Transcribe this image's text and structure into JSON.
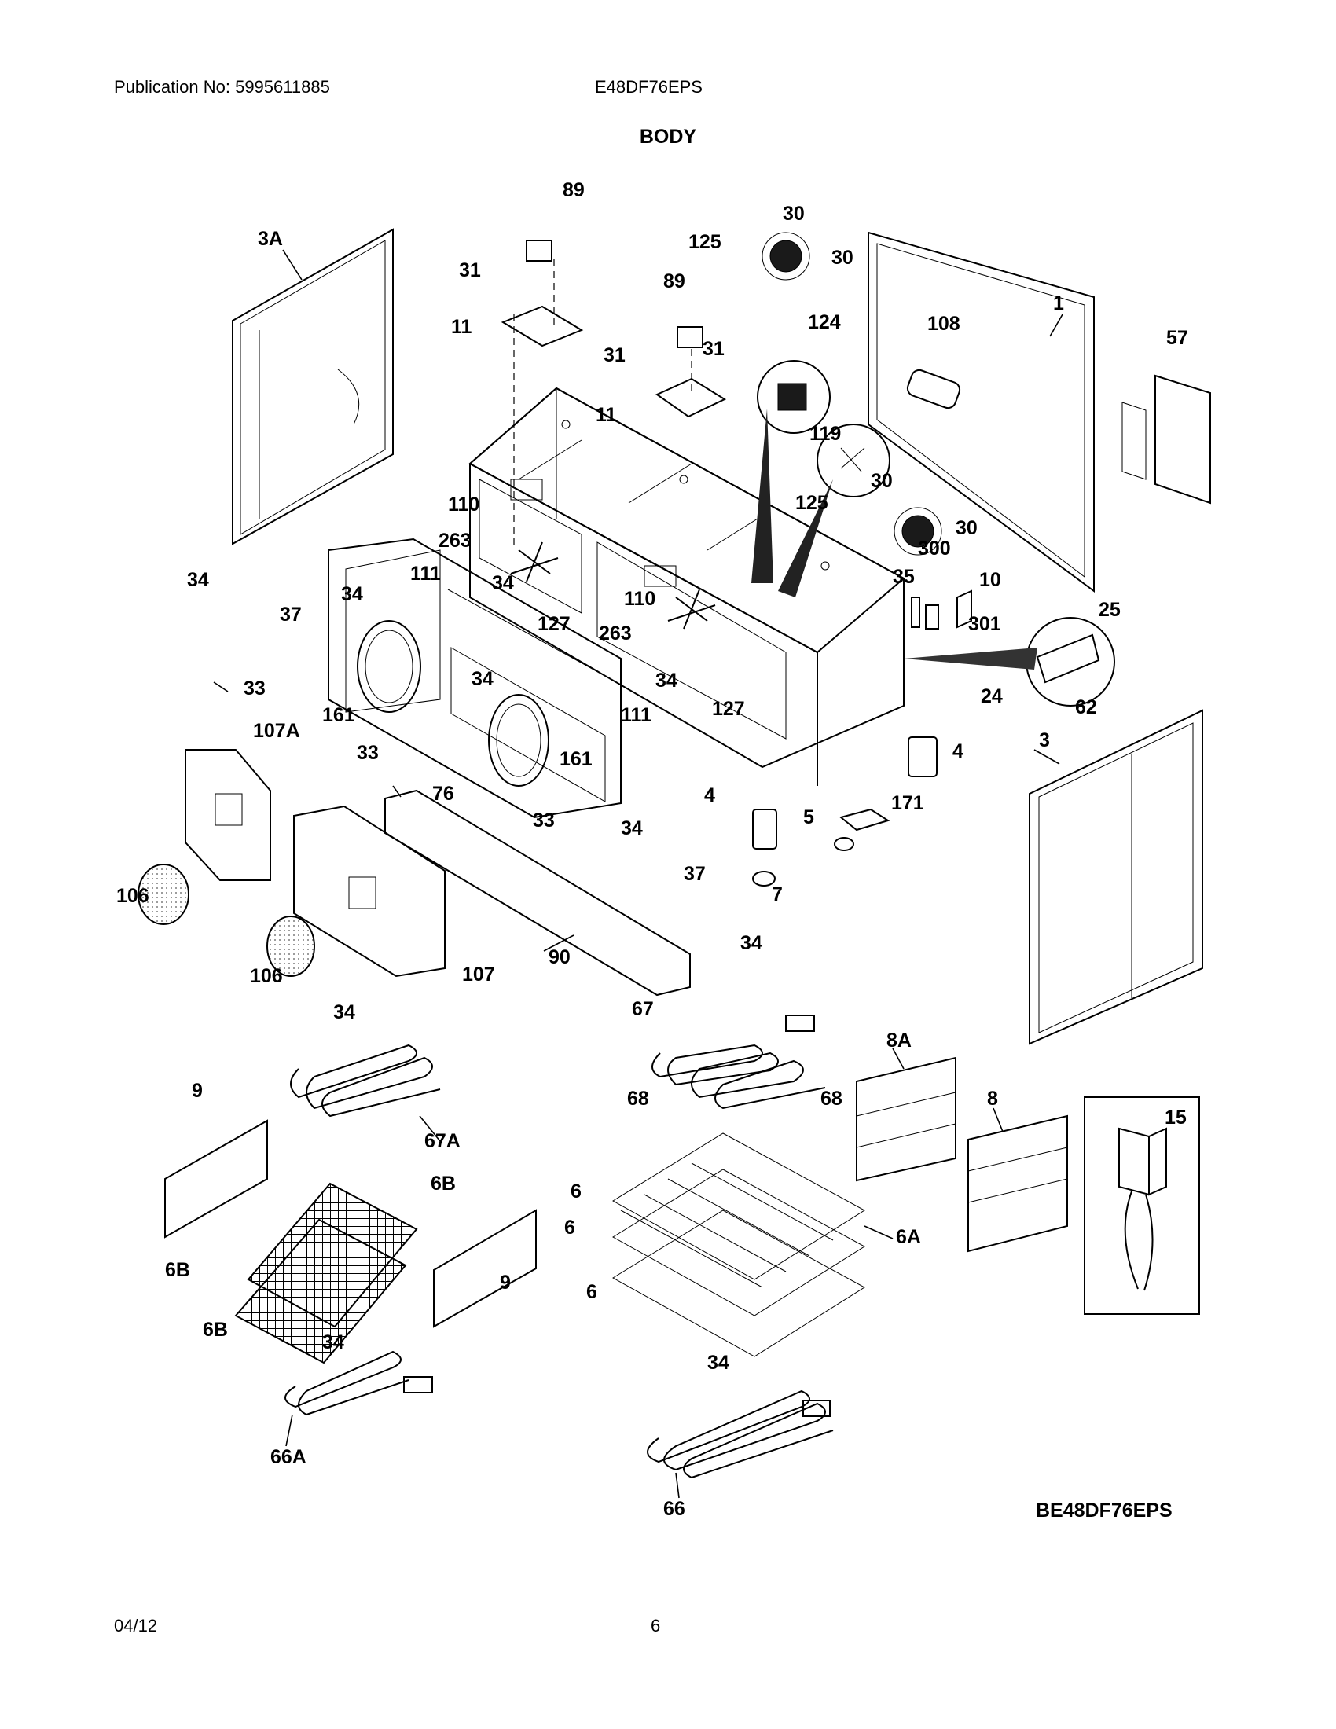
{
  "header": {
    "publication": "Publication No: 5995611885",
    "model": "E48DF76EPS",
    "section_title": "BODY"
  },
  "footer": {
    "date": "04/12",
    "page_number": "6"
  },
  "diagram": {
    "reference_id": "BE48DF76EPS",
    "callouts": {
      "c89a": "89",
      "c89b": "89",
      "c3A": "3A",
      "c31a": "31",
      "c31b": "31",
      "c31c": "31",
      "c11a": "11",
      "c11b": "11",
      "c30a": "30",
      "c30b": "30",
      "c30c": "30",
      "c30d": "30",
      "c125a": "125",
      "c125b": "125",
      "c124": "124",
      "c108": "108",
      "c1": "1",
      "c57": "57",
      "c119": "119",
      "c110a": "110",
      "c110b": "110",
      "c263a": "263",
      "c263b": "263",
      "c111a": "111",
      "c111b": "111",
      "c34a": "34",
      "c34b": "34",
      "c34c": "34",
      "c34d": "34",
      "c34e": "34",
      "c34f": "34",
      "c34g": "34",
      "c34h": "34",
      "c34i": "34",
      "c34j": "34",
      "c37a": "37",
      "c37b": "37",
      "c127a": "127",
      "c127b": "127",
      "c35": "35",
      "c300": "300",
      "c10": "10",
      "c301": "301",
      "c25": "25",
      "c24": "24",
      "c62": "62",
      "c33a": "33",
      "c33b": "33",
      "c33c": "33",
      "c161a": "161",
      "c161b": "161",
      "c107A": "107A",
      "c76": "76",
      "c4a": "4",
      "c4b": "4",
      "c3": "3",
      "c171": "171",
      "c5": "5",
      "c7": "7",
      "c106a": "106",
      "c106b": "106",
      "c107": "107",
      "c90": "90",
      "c67": "67",
      "c8A": "8A",
      "c8": "8",
      "c15": "15",
      "c68a": "68",
      "c68b": "68",
      "c9a": "9",
      "c9b": "9",
      "c67A": "67A",
      "c6Ba": "6B",
      "c6Bb": "6B",
      "c6Bc": "6B",
      "c6a": "6",
      "c6b": "6",
      "c6c": "6",
      "c6A": "6A",
      "c66A": "66A",
      "c66": "66"
    }
  }
}
